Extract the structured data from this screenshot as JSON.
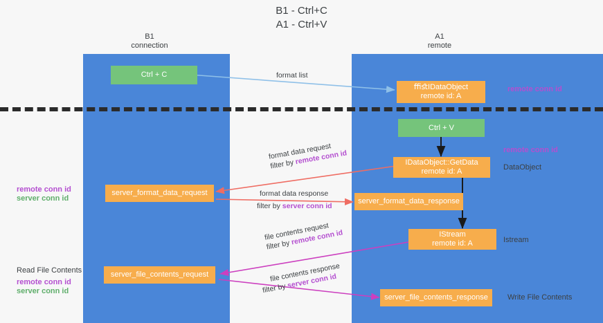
{
  "title": "B1 - Ctrl+C\nA1 - Ctrl+V",
  "columns": {
    "left": "B1\nconnection",
    "right": "A1\nremote"
  },
  "colors": {
    "lane": "#4a86d8",
    "green_box": "#75c47b",
    "orange_box": "#f7ad4c",
    "purple_text": "#b44fd0",
    "green_text": "#5fae6b",
    "arrow_blue": "#8fc0e8",
    "arrow_black": "#1a1a1a",
    "arrow_red": "#ef6d63",
    "arrow_magenta": "#cc3fbf",
    "divider": "#2b2b2b",
    "background": "#f7f7f7"
  },
  "boxes": {
    "ctrl_c": "Ctrl + C",
    "ctrl_v": "Ctrl + V",
    "idataobject_title": "ﬃﬆIDataObject",
    "idataobject_sub": "remote id: A",
    "getdata_title": "IDataObject::GetData",
    "getdata_sub": "remote id: A",
    "istream_title": "IStream",
    "istream_sub": "remote id: A",
    "server_format_data_request": "server_format_data_request",
    "server_format_data_response": "server_format_data_response",
    "server_file_contents_request": "server_file_contents_request",
    "server_file_contents_response": "server_file_contents_response"
  },
  "edge_labels": {
    "format_list": "format list",
    "format_data_request": "format data request",
    "format_data_request_filter_prefix": "filter by ",
    "format_data_request_filter_key": "remote conn id",
    "format_data_response": "format data response",
    "format_data_response_filter_prefix": "filter by ",
    "format_data_response_filter_key": "server conn id",
    "file_contents_request": "file contents request",
    "file_contents_request_filter_prefix": "filter by ",
    "file_contents_request_filter_key": "remote conn id",
    "file_contents_response": "file contents response",
    "file_contents_response_filter_prefix": "filter by ",
    "file_contents_response_filter_key": "server conn id"
  },
  "side_labels": {
    "right_remote_conn_id_top": "remote conn id",
    "right_remote_conn_id_mid": "remote conn id",
    "right_dataobject": "DataObject",
    "right_istream": "Istream",
    "right_write_file_contents": "Write File Contents",
    "left_remote_conn_id": "remote conn id",
    "left_server_conn_id": "server conn id",
    "left_read_file_contents": "Read File Contents",
    "left_remote_conn_id_2": "remote conn id",
    "left_server_conn_id_2": "server conn id"
  }
}
